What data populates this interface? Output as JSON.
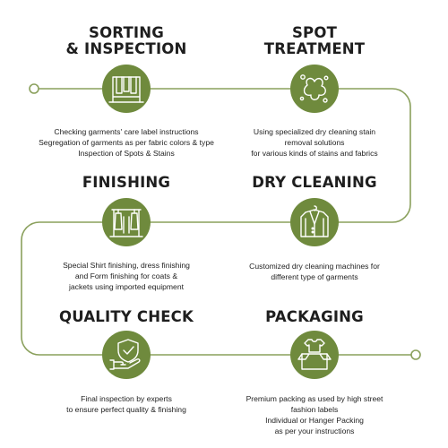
{
  "colors": {
    "accent": "#6f8a3d",
    "line": "#8aa05c",
    "icon_stroke": "#ffffff",
    "title": "#1e1e1e",
    "text": "#222222"
  },
  "steps": [
    {
      "title_lines": [
        "SORTING",
        "& INSPECTION"
      ],
      "icon": "clothes-rack-icon",
      "desc_lines": [
        "Checking garments' care label instructions",
        "Segregation of garments as per fabric colors & type",
        "Inspection of Spots & Stains"
      ]
    },
    {
      "title_lines": [
        "SPOT",
        "TREATMENT"
      ],
      "icon": "stain-splash-icon",
      "desc_lines": [
        "Using specialized dry cleaning stain",
        "removal solutions",
        "for various kinds of stains and fabrics"
      ]
    },
    {
      "title_lines": [
        "FINISHING"
      ],
      "icon": "garment-steamer-icon",
      "desc_lines": [
        "Special Shirt finishing, dress finishing",
        "and Form finishing for coats &",
        "jackets using imported equipment"
      ]
    },
    {
      "title_lines": [
        "DRY CLEANING"
      ],
      "icon": "jacket-on-hanger-icon",
      "desc_lines": [
        "Customized dry cleaning machines for",
        "different type of garments"
      ]
    },
    {
      "title_lines": [
        "QUALITY CHECK"
      ],
      "icon": "shield-check-hand-icon",
      "desc_lines": [
        "Final inspection by experts",
        "to ensure perfect quality & finishing"
      ]
    },
    {
      "title_lines": [
        "PACKAGING"
      ],
      "icon": "shirt-box-icon",
      "desc_lines": [
        "Premium packing as used by high street",
        "fashion labels",
        "Individual or Hanger Packing",
        "as per your instructions"
      ]
    }
  ]
}
